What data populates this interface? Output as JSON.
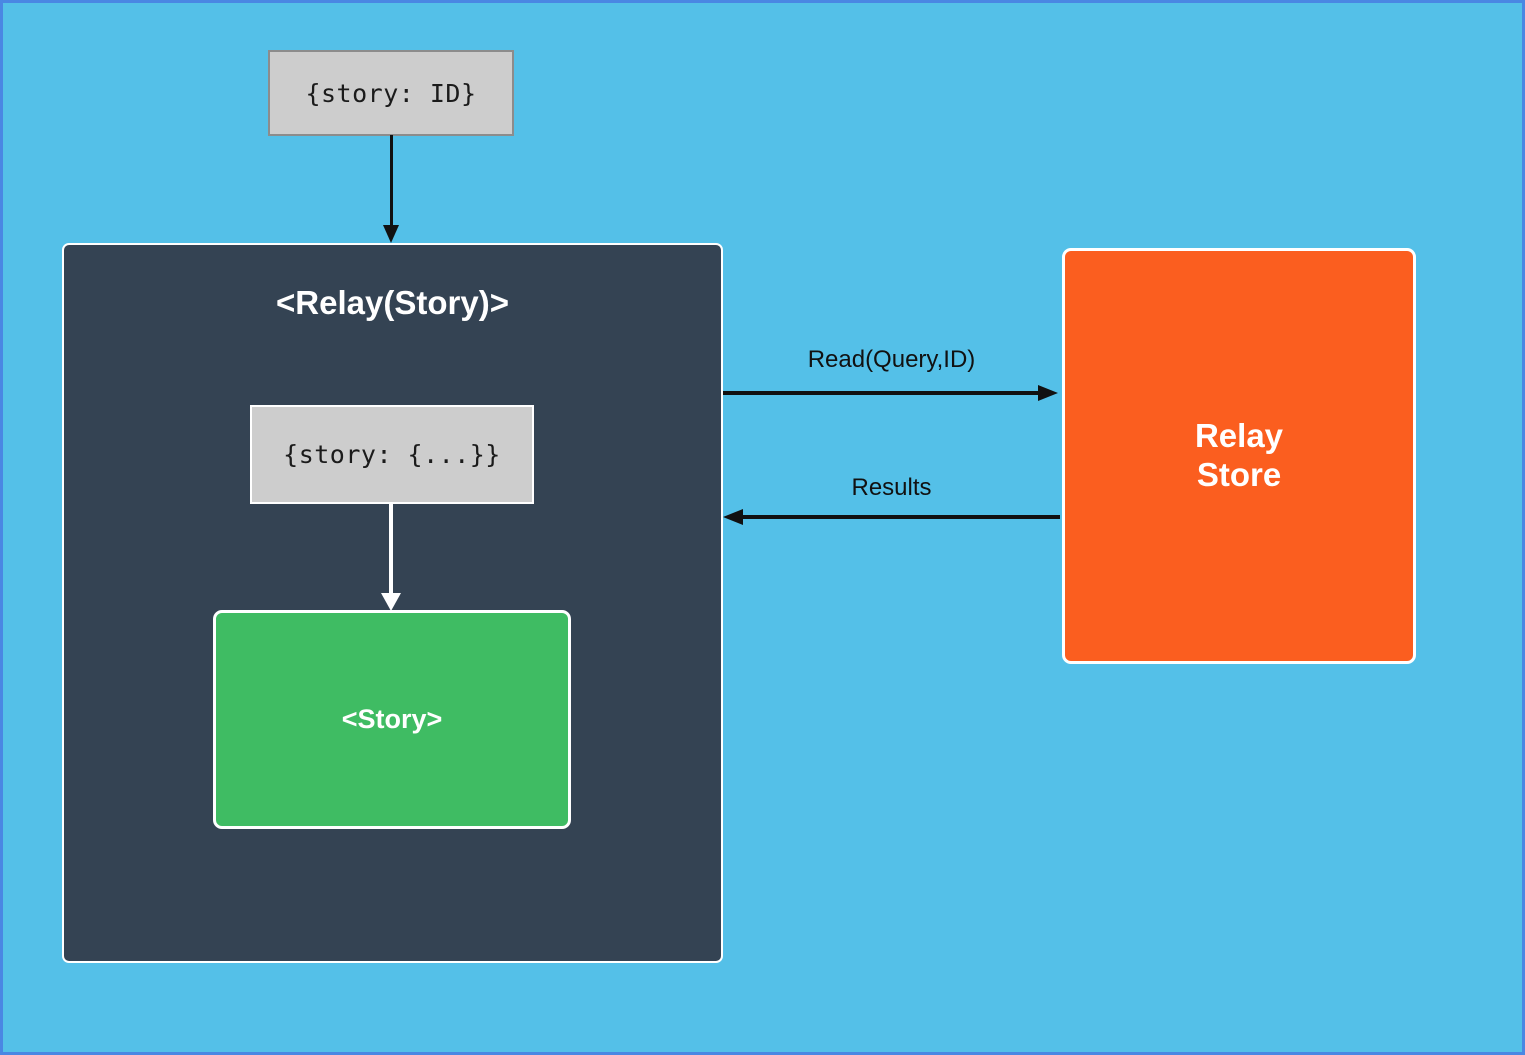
{
  "diagram": {
    "props_box": {
      "label": "{story: ID}"
    },
    "relay_component": {
      "title": "<Relay(Story)>"
    },
    "inner_props_box": {
      "label": "{story: {...}}"
    },
    "story_box": {
      "label": "<Story>"
    },
    "relay_store_box": {
      "label": "Relay\nStore"
    },
    "edges": {
      "read_label": "Read(Query,ID)",
      "results_label": "Results"
    }
  },
  "colors": {
    "background": "#54c0e8",
    "frame_border": "#4a87e3",
    "relay_component_bg": "#344353",
    "story_bg": "#3fbc63",
    "relay_store_bg": "#fb5e1f",
    "code_box_bg": "#cdcdcd",
    "code_box_border": "#8c8c8c",
    "arrow_black": "#111111",
    "arrow_white": "#ffffff",
    "text_light": "#ffffff",
    "text_dark": "#1b1b1b"
  }
}
